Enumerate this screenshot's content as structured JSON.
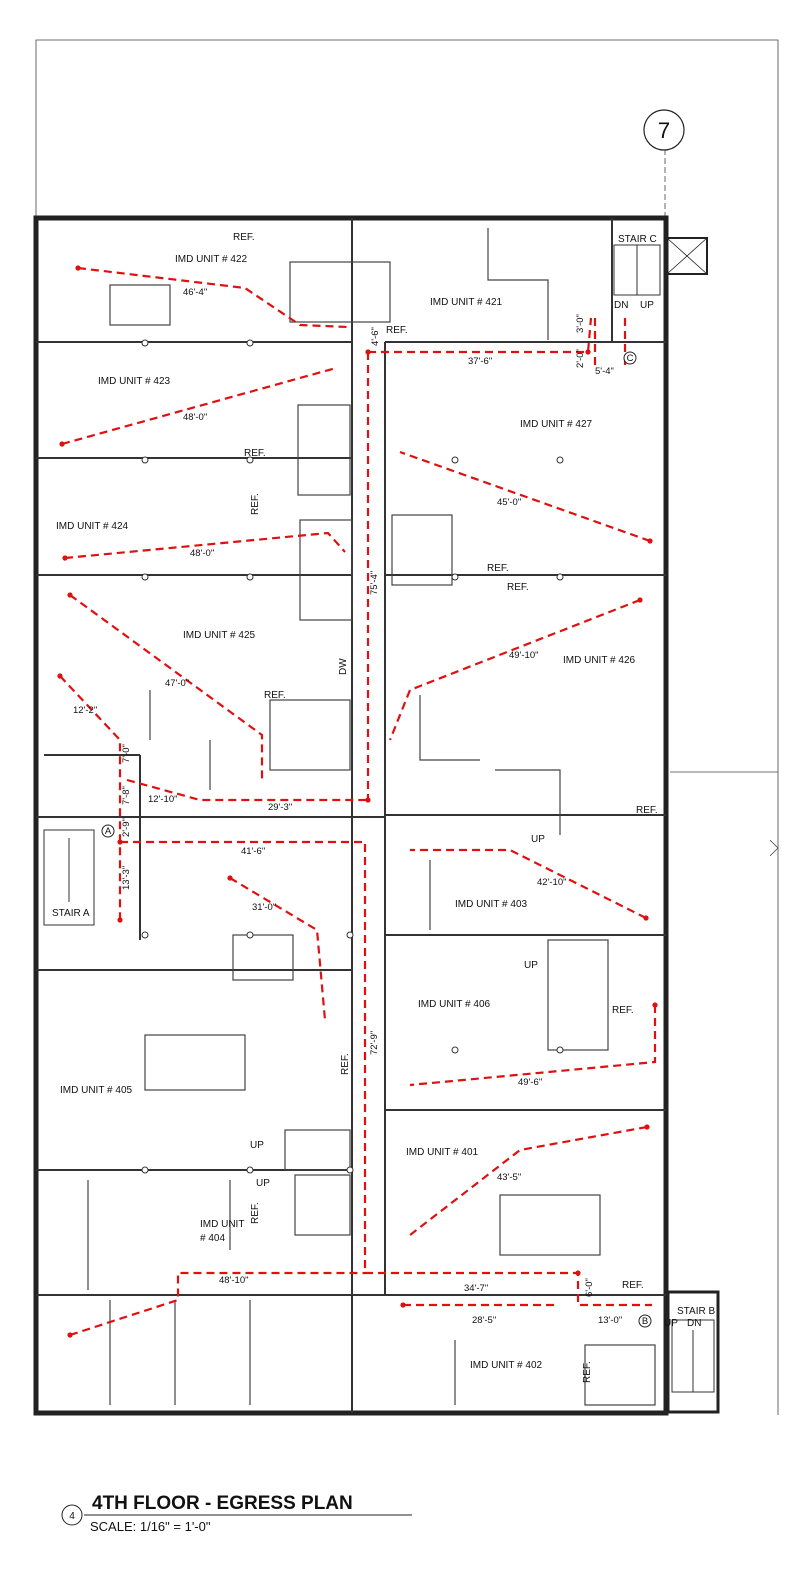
{
  "drawing": {
    "title": "4TH FLOOR - EGRESS PLAN",
    "scale": "SCALE: 1/16\" = 1'-0\"",
    "detail_number": "4",
    "grid_bubble": "7"
  },
  "units": [
    {
      "label": "IMD UNIT # 422"
    },
    {
      "label": "IMD UNIT # 421"
    },
    {
      "label": "IMD UNIT # 423"
    },
    {
      "label": "IMD UNIT # 427"
    },
    {
      "label": "IMD UNIT # 424"
    },
    {
      "label": "IMD UNIT # 425"
    },
    {
      "label": "IMD UNIT # 426"
    },
    {
      "label": "IMD UNIT # 403"
    },
    {
      "label": "IMD UNIT # 406"
    },
    {
      "label": "IMD UNIT # 405"
    },
    {
      "label": "IMD UNIT # 401"
    },
    {
      "label": "IMD UNIT"
    },
    {
      "label": "# 404"
    },
    {
      "label": "IMD UNIT # 402"
    }
  ],
  "stairs": [
    {
      "label": "STAIR C"
    },
    {
      "label": "STAIR A"
    },
    {
      "label": "STAIR B"
    }
  ],
  "exits": [
    {
      "label": "A"
    },
    {
      "label": "B"
    },
    {
      "label": "C"
    }
  ],
  "annotations": [
    "REF.",
    "REF.",
    "REF.",
    "REF.",
    "REF.",
    "REF.",
    "REF.",
    "REF.",
    "REF.",
    "REF.",
    "REF.",
    "REF.",
    "REF.",
    "DW",
    "UP",
    "UP",
    "UP",
    "UP",
    "UP",
    "DN",
    "UP",
    "DN"
  ],
  "dimensions": [
    "46'-4\"",
    "4'-6\"",
    "37'-6\"",
    "3'-0\"",
    "2'-0\"",
    "5'-4\"",
    "48'-0\"",
    "45'-0\"",
    "48'-0\"",
    "75'-4\"",
    "47'-0\"",
    "49'-10\"",
    "12'-2\"",
    "7'-0\"",
    "7'-8\"",
    "2'-9\"",
    "12'-10\"",
    "29'-3\"",
    "41'-6\"",
    "13'-3\"",
    "31'-0\"",
    "42'-10\"",
    "72'-9\"",
    "49'-6\"",
    "43'-5\"",
    "48'-10\"",
    "34'-7\"",
    "6'-0\"",
    "28'-5\"",
    "13'-0\""
  ]
}
